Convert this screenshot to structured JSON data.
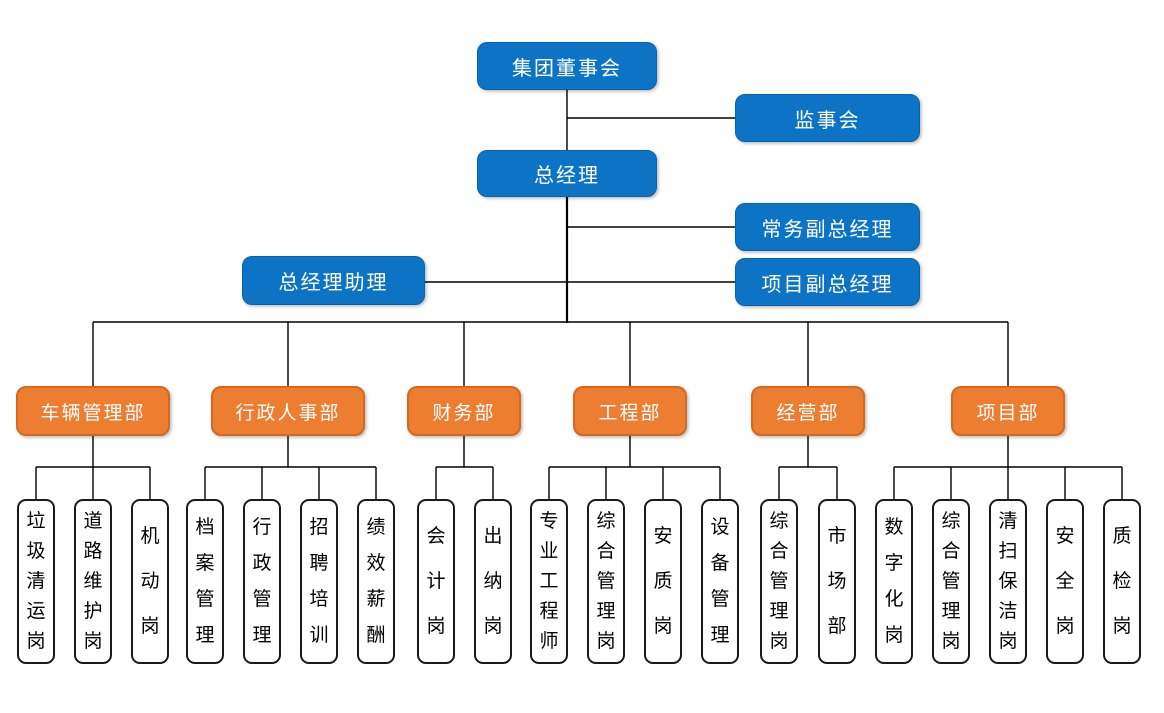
{
  "theme": {
    "bg": "#FFFFFF",
    "blue": "#0D74C5",
    "blue-border": "#0A62A8",
    "orange": "#ED7D31",
    "orange-border": "#D2691E",
    "box-text": "#FFFFFF",
    "pos-border": "#1A1A1A",
    "pos-text": "#000000",
    "line": "#000000"
  },
  "org": {
    "board": "集团董事会",
    "supervisory": "监事会",
    "general_manager": "总经理",
    "executive_deputy_gm": "常务副总经理",
    "gm_assistant": "总经理助理",
    "project_deputy_gm": "项目副总经理",
    "departments": [
      {
        "label": "车辆管理部",
        "positions": [
          "垃圾清运岗",
          "道路维护岗",
          "机动岗"
        ]
      },
      {
        "label": "行政人事部",
        "positions": [
          "档案管理",
          "行政管理",
          "招聘培训",
          "绩效薪酬"
        ]
      },
      {
        "label": "财务部",
        "positions": [
          "会计岗",
          "出纳岗"
        ]
      },
      {
        "label": "工程部",
        "positions": [
          "专业工程师",
          "综合管理岗",
          "安质岗",
          "设备管理"
        ]
      },
      {
        "label": "经营部",
        "positions": [
          "综合管理岗",
          "市场部"
        ]
      },
      {
        "label": "项目部",
        "positions": [
          "数字化岗",
          "综合管理岗",
          "清扫保洁岗",
          "安全岗",
          "质检岗"
        ]
      }
    ]
  }
}
